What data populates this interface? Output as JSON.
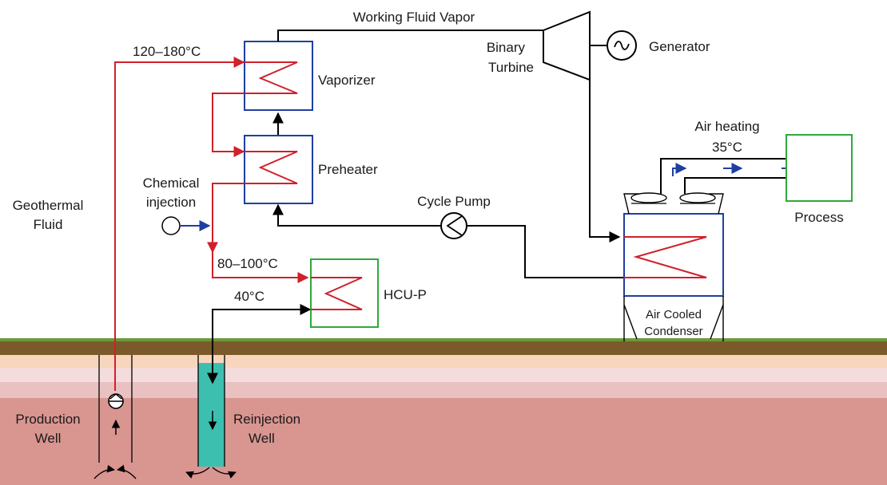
{
  "labels": {
    "working_fluid_vapor": "Working Fluid Vapor",
    "binary_turbine_line1": "Binary",
    "binary_turbine_line2": "Turbine",
    "generator": "Generator",
    "temp_inlet": "120–180°C",
    "vaporizer": "Vaporizer",
    "preheater": "Preheater",
    "air_heating": "Air heating",
    "air_temp": "35°C",
    "process": "Process",
    "geothermal_line1": "Geothermal",
    "geothermal_line2": "Fluid",
    "chemical_line1": "Chemical",
    "chemical_line2": "injection",
    "cycle_pump": "Cycle Pump",
    "temp_mid": "80–100°C",
    "hcu_p": "HCU-P",
    "temp_out": "40°C",
    "condenser_line1": "Air Cooled",
    "condenser_line2": "Condenser",
    "production_line1": "Production",
    "production_line2": "Well",
    "reinjection_line1": "Reinjection",
    "reinjection_line2": "Well"
  },
  "colors": {
    "hot_fluid": "#d0202a",
    "working_fluid": "#000000",
    "air_flow": "#1f3fa0",
    "exchanger_border": "#1f3fa0",
    "process_border": "#2fa83a",
    "soil_surface": "#7a5a2a",
    "grass": "#6a9a3a",
    "deep_rock": "#d99590",
    "reinjection_water": "#3dbfb0"
  }
}
